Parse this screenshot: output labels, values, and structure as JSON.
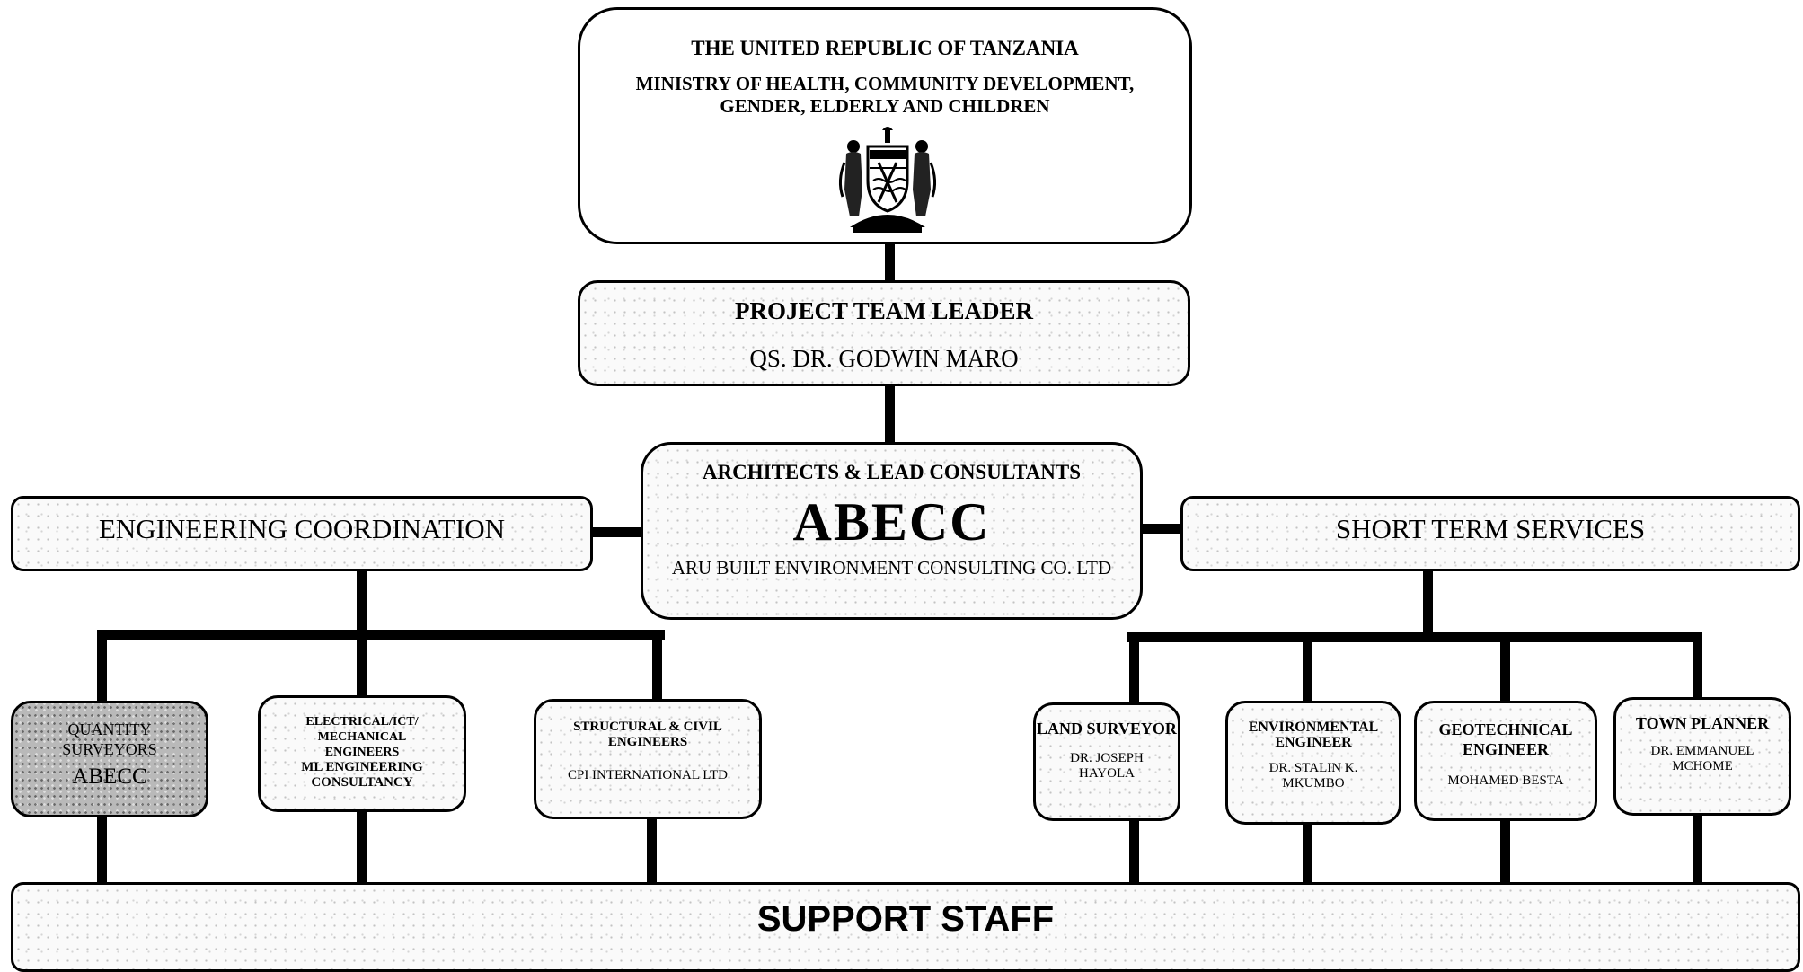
{
  "header": {
    "country": "THE UNITED REPUBLIC OF TANZANIA",
    "ministry_line1": "MINISTRY OF HEALTH, COMMUNITY DEVELOPMENT,",
    "ministry_line2": "GENDER, ELDERLY AND CHILDREN",
    "emblem_icon": "coat-of-arms-icon"
  },
  "team_leader": {
    "title": "PROJECT TEAM LEADER",
    "name": "QS. DR. GODWIN MARO"
  },
  "lead_consultant": {
    "title": "ARCHITECTS & LEAD CONSULTANTS",
    "acronym": "ABECC",
    "full_name": "ARU BUILT ENVIRONMENT CONSULTING CO. LTD"
  },
  "engineering": {
    "title": "ENGINEERING COORDINATION",
    "units": [
      {
        "line1": "QUANTITY",
        "line2": "SURVEYORS",
        "line3": "ABECC"
      },
      {
        "line1": "ELECTRICAL/ICT/",
        "line2": "MECHANICAL",
        "line3": "ENGINEERS",
        "line4": "ML ENGINEERING",
        "line5": "CONSULTANCY"
      },
      {
        "line1": "STRUCTURAL & CIVIL",
        "line2": "ENGINEERS",
        "line3": "CPI INTERNATIONAL LTD"
      }
    ]
  },
  "short_term": {
    "title": "SHORT TERM SERVICES",
    "units": [
      {
        "role": "LAND SURVEYOR",
        "name1": "DR. JOSEPH",
        "name2": "HAYOLA"
      },
      {
        "role1": "ENVIRONMENTAL",
        "role2": "ENGINEER",
        "name1": "DR. STALIN K.",
        "name2": "MKUMBO"
      },
      {
        "role1": "GEOTECHNICAL",
        "role2": "ENGINEER",
        "name1": "MOHAMED BESTA"
      },
      {
        "role": "TOWN PLANNER",
        "name1": "DR. EMMANUEL",
        "name2": "MCHOME"
      }
    ]
  },
  "support": {
    "title": "SUPPORT STAFF"
  }
}
